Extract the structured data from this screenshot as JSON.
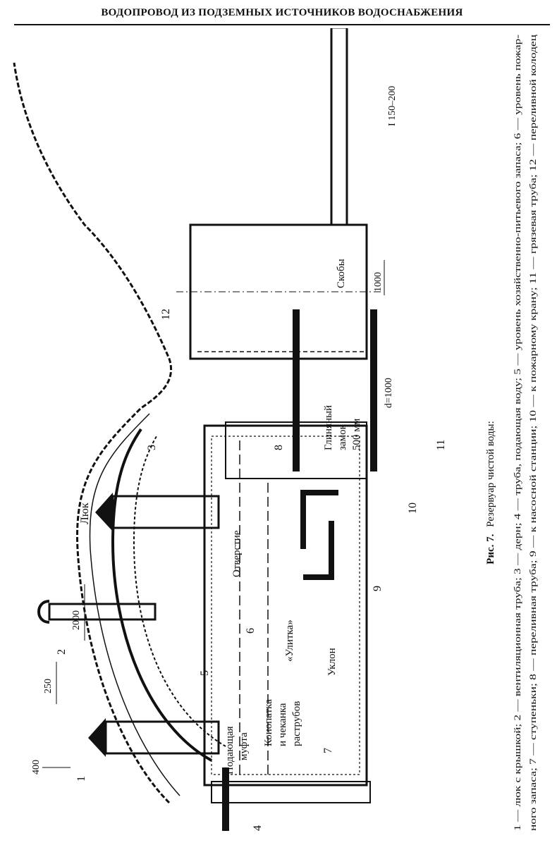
{
  "header": {
    "page_number": "",
    "running_title": "ВОДОПРОВОД ИЗ ПОДЗЕМНЫХ ИСТОЧНИКОВ ВОДОСНАБЖЕНИЯ"
  },
  "figure": {
    "caption_label": "Рис. 7.",
    "caption_title": "Резервуар чистой воды:",
    "legend_lines": [
      "1 — люк с крышкой; 2 — вентиляционная труба; 3 — дерн; 4 — труба, подающая воду; 5 — уровень хозяйственно-питьевого запаса; 6 — уровень пожар-",
      "ного запаса; 7 — ступеньки; 8 — переливная труба; 9 — к насосной станции; 10 — к пожарному крану; 11 — грязевая труба; 12 — переливной колодец"
    ],
    "labels": {
      "luk": "Люк",
      "otverstie": "Отверстие",
      "skoby": "Скобы",
      "glina_1": "Глиняный",
      "glina_2": "замок",
      "glina_3": "500 мм",
      "podayushchaya_1": "Подающая",
      "podayushchaya_2": "муфта",
      "konopatka_1": "Конопатка",
      "konopatka_2": "и чеканка",
      "konopatka_3": "раструбов",
      "ulitka": "«Улитка»",
      "uklon": "Уклон"
    },
    "dimensions": {
      "d400": "400",
      "d250": "250",
      "d2000": "2000",
      "d1000": "1000",
      "d_dia": "d=1000",
      "pipe_spec": "I 150–200"
    },
    "callouts": {
      "n1": "1",
      "n2": "2",
      "n3": "3",
      "n4": "4",
      "n5": "5",
      "n6": "6",
      "n7": "7",
      "n8": "8",
      "n9": "9",
      "n10": "10",
      "n11": "11",
      "n12": "12"
    }
  }
}
